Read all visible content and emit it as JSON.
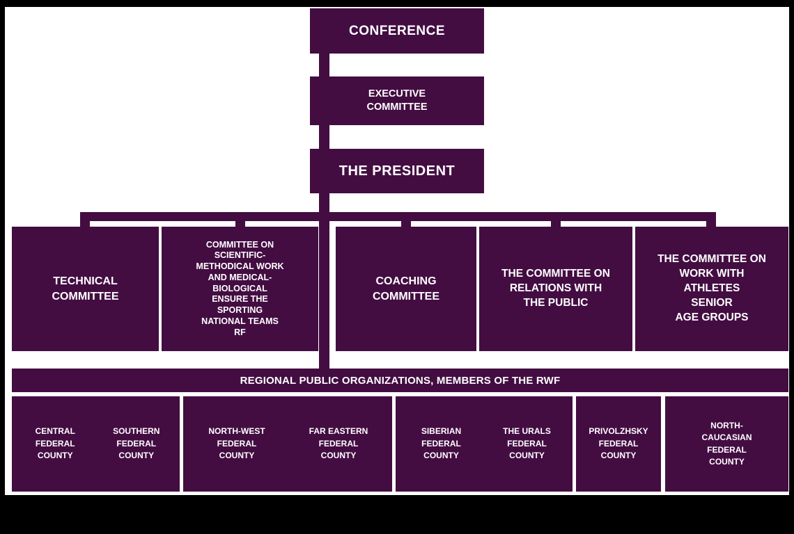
{
  "colors": {
    "purple": "#430d42",
    "frame_black": "#000000",
    "slide_white": "#ffffff",
    "text_white": "#ffffff"
  },
  "hierarchy": {
    "conference_label": "CONFERENCE",
    "executive_label": "EXECUTIVE\nCOMMITTEE",
    "president_label": "THE PRESIDENT"
  },
  "committees": {
    "items": [
      {
        "label": "TECHNICAL\nCOMMITTEE"
      },
      {
        "label": "COMMITTEE ON\nSCIENTIFIC-\nMETHODICAL WORK\nAND MEDICAL-\nBIOLOGICAL\nENSURE THE\nSPORTING\nNATIONAL TEAMS\nRF"
      },
      {
        "label": "COACHING\nCOMMITTEE"
      },
      {
        "label": "THE COMMITTEE ON\nRELATIONS WITH\nTHE PUBLIC"
      },
      {
        "label": "THE COMMITTEE ON\nWORK WITH\nATHLETES\nSENIOR\nAGE GROUPS"
      }
    ]
  },
  "regional_bar": {
    "label": "REGIONAL PUBLIC ORGANIZATIONS, MEMBERS OF THE RWF"
  },
  "counties": {
    "items": [
      {
        "label": "CENTRAL\nFEDERAL\nCOUNTY"
      },
      {
        "label": "SOUTHERN\nFEDERAL\nCOUNTY"
      },
      {
        "label": "NORTH-WEST\nFEDERAL\nCOUNTY"
      },
      {
        "label": "FAR EASTERN\nFEDERAL\nCOUNTY"
      },
      {
        "label": "SIBERIAN\nFEDERAL\nCOUNTY"
      },
      {
        "label": "THE URALS\nFEDERAL\nCOUNTY"
      },
      {
        "label": "PRIVOLZHSKY\nFEDERAL\nCOUNTY"
      },
      {
        "label": "NORTH-\nCAUCASIAN\nFEDERAL\nCOUNTY"
      }
    ]
  }
}
